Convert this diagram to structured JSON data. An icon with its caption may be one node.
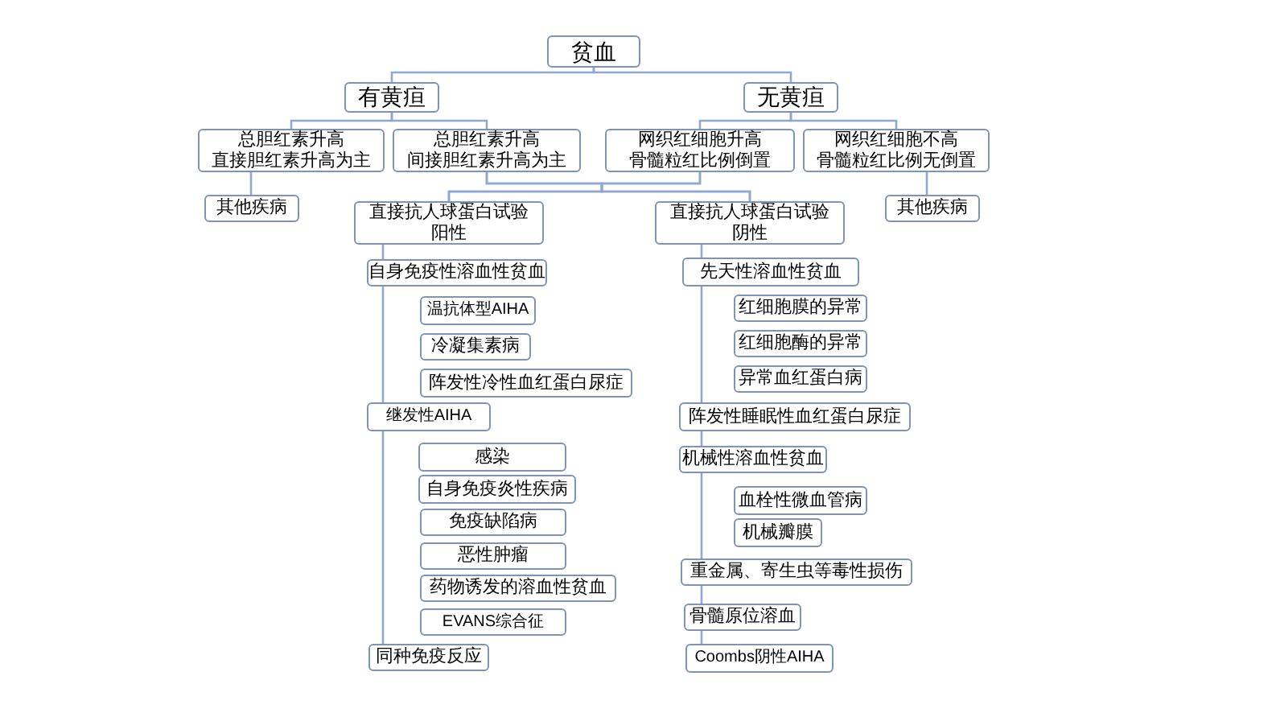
{
  "diagram": {
    "nodes": [
      {
        "text": [
          "贫血"
        ]
      },
      {
        "text": [
          "有黄疸"
        ]
      },
      {
        "text": [
          "无黄疸"
        ]
      },
      {
        "text": [
          "总胆红素升高",
          "直接胆红素升高为主"
        ]
      },
      {
        "text": [
          "总胆红素升高",
          "间接胆红素升高为主"
        ]
      },
      {
        "text": [
          "网织红细胞升高",
          "骨髓粒红比例倒置"
        ]
      },
      {
        "text": [
          "网织红细胞不高",
          "骨髓粒红比例无倒置"
        ]
      },
      {
        "text": [
          "其他疾病"
        ]
      },
      {
        "text": [
          "其他疾病"
        ]
      },
      {
        "text": [
          "直接抗人球蛋白试验",
          "阳性"
        ]
      },
      {
        "text": [
          "直接抗人球蛋白试验",
          "阴性"
        ]
      },
      {
        "text": [
          "自身免疫性溶血性贫血"
        ]
      },
      {
        "text": [
          "温抗体型AIHA"
        ]
      },
      {
        "text": [
          "冷凝集素病"
        ]
      },
      {
        "text": [
          "阵发性冷性血红蛋白尿症"
        ]
      },
      {
        "text": [
          "继发性AIHA"
        ]
      },
      {
        "text": [
          "感染"
        ]
      },
      {
        "text": [
          "自身免疫炎性疾病"
        ]
      },
      {
        "text": [
          "免疫缺陷病"
        ]
      },
      {
        "text": [
          "恶性肿瘤"
        ]
      },
      {
        "text": [
          "药物诱发的溶血性贫血"
        ]
      },
      {
        "text": [
          "EVANS综合征"
        ]
      },
      {
        "text": [
          "同种免疫反应"
        ]
      },
      {
        "text": [
          "先天性溶血性贫血"
        ]
      },
      {
        "text": [
          "红细胞膜的异常"
        ]
      },
      {
        "text": [
          "红细胞酶的异常"
        ]
      },
      {
        "text": [
          "异常血红蛋白病"
        ]
      },
      {
        "text": [
          "阵发性睡眠性血红蛋白尿症"
        ]
      },
      {
        "text": [
          "机械性溶血性贫血"
        ]
      },
      {
        "text": [
          "血栓性微血管病"
        ]
      },
      {
        "text": [
          "机械瓣膜"
        ]
      },
      {
        "text": [
          "重金属、寄生虫等毒性损伤"
        ]
      },
      {
        "text": [
          "骨髓原位溶血"
        ]
      },
      {
        "text": [
          "Coombs阴性AIHA"
        ]
      }
    ],
    "edges": [
      {
        "from": 0,
        "to": 1,
        "arrow": "none"
      },
      {
        "from": 0,
        "to": 2,
        "arrow": "none"
      },
      {
        "from": 1,
        "to": 3,
        "arrow": "none"
      },
      {
        "from": 1,
        "to": 4,
        "arrow": "none"
      },
      {
        "from": 2,
        "to": 5,
        "arrow": "none"
      },
      {
        "from": 2,
        "to": 6,
        "arrow": "none"
      },
      {
        "from": 3,
        "to": 7,
        "arrow": "none"
      },
      {
        "from": 6,
        "to": 8,
        "arrow": "none"
      },
      {
        "from": 4,
        "to": 9,
        "arrow": "none"
      },
      {
        "from": 4,
        "to": 10,
        "arrow": "none"
      },
      {
        "from": 5,
        "to": 9,
        "arrow": "none"
      },
      {
        "from": 5,
        "to": 10,
        "arrow": "none"
      },
      {
        "from": 9,
        "to": 11,
        "arrow": "none"
      },
      {
        "from": 11,
        "to": 15,
        "arrow": "none"
      },
      {
        "from": 15,
        "to": 22,
        "arrow": "none"
      },
      {
        "from": 10,
        "to": 23,
        "arrow": "none"
      },
      {
        "from": 23,
        "to": 27,
        "arrow": "none"
      },
      {
        "from": 27,
        "to": 28,
        "arrow": "none"
      },
      {
        "from": 28,
        "to": 31,
        "arrow": "none"
      },
      {
        "from": 31,
        "to": 32,
        "arrow": "none"
      },
      {
        "from": 32,
        "to": 33,
        "arrow": "none"
      }
    ]
  }
}
